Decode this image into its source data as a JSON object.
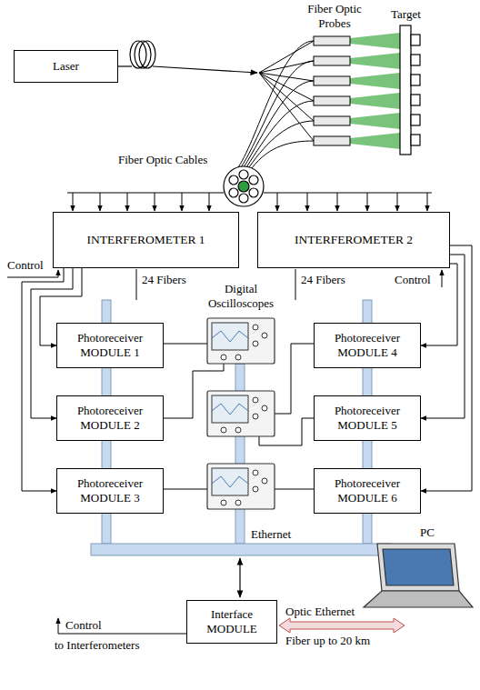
{
  "diagram": {
    "nodes": [
      {
        "text": [
          "Laser"
        ]
      },
      {
        "text": [
          "INTERFEROMETER 1"
        ]
      },
      {
        "text": [
          "INTERFEROMETER 2"
        ]
      },
      {
        "text": [
          "Photoreceiver MODULE 1"
        ]
      },
      {
        "text": [
          "Photoreceiver MODULE 2"
        ]
      },
      {
        "text": [
          "Photoreceiver MODULE 3"
        ]
      },
      {
        "text": [
          "Photoreceiver MODULE 4"
        ]
      },
      {
        "text": [
          "Photoreceiver MODULE 5"
        ]
      },
      {
        "text": [
          "Photoreceiver MODULE 6"
        ]
      },
      {
        "text": [
          "Interface MODULE"
        ]
      }
    ],
    "edges": [
      {
        "from": 1,
        "to": 3,
        "arrow": "to"
      },
      {
        "from": 1,
        "to": 4,
        "arrow": "to"
      },
      {
        "from": 1,
        "to": 5,
        "arrow": "to"
      },
      {
        "from": 2,
        "to": 6,
        "arrow": "to"
      },
      {
        "from": 2,
        "to": 7,
        "arrow": "to"
      },
      {
        "from": 2,
        "to": 8,
        "arrow": "to"
      }
    ],
    "labels": [
      "Fiber Optic Probes",
      "Target",
      "Fiber Optic Cables",
      "Control",
      "24 Fibers",
      "24 Fibers",
      "Control",
      "Digital Oscilloscopes",
      "Ethernet",
      "PC",
      "Control",
      "to Interferometers",
      "Optic Ethernet",
      "Fiber up to 20 km"
    ]
  }
}
